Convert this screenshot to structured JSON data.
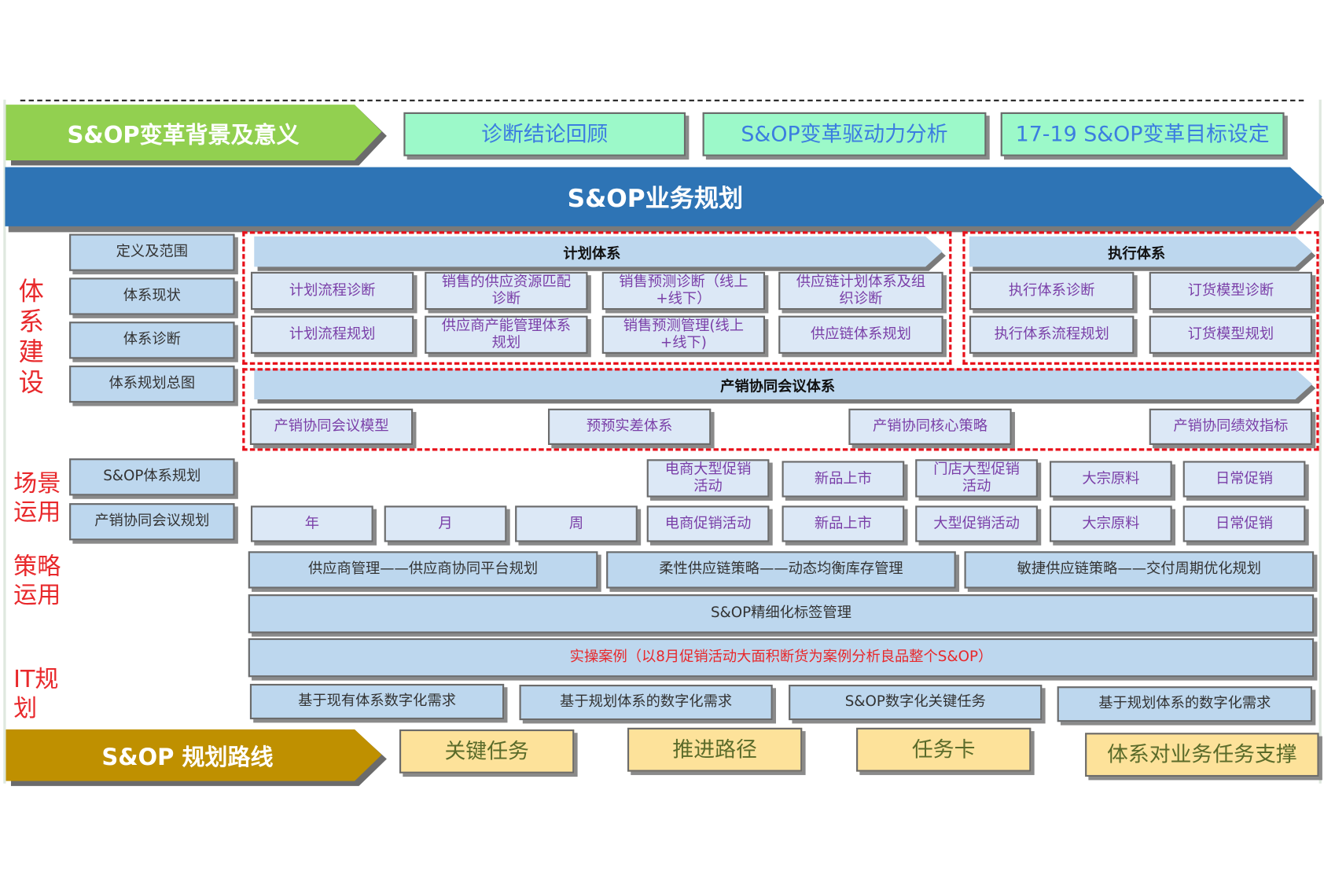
{
  "header": {
    "background_arrow": "S&OP变革背景及意义",
    "background_items": [
      "诊断结论回顾",
      "S&OP变革驱动力分析",
      "17-19 S&OP变革目标设定"
    ],
    "main_banner": "S&OP业务规划"
  },
  "sections": {
    "system_building": "体\n系\n建\n设",
    "scenario_usage": "场景\n运用",
    "strategy_usage": "策略\n运用",
    "it_planning": "IT规\n划"
  },
  "left_column": {
    "system_items": [
      "定义及范围",
      "体系现状",
      "体系诊断",
      "体系规划总图"
    ],
    "scenario_items": [
      "S&OP体系规划",
      "产销协同会议规划"
    ]
  },
  "planning_system": {
    "title": "计划体系",
    "row1": [
      "计划流程诊断",
      "销售的供应资源匹配诊断",
      "销售预测诊断（线上+线下）",
      "供应链计划体系及组织诊断"
    ],
    "row2": [
      "计划流程规划",
      "供应商产能管理体系规划",
      "销售预测管理(线上+线下)",
      "供应链体系规划"
    ]
  },
  "execution_system": {
    "title": "执行体系",
    "row1": [
      "执行体系诊断",
      "订货模型诊断"
    ],
    "row2": [
      "执行体系流程规划",
      "订货模型规划"
    ]
  },
  "sop_meeting_system": {
    "title": "产销协同会议体系",
    "items": [
      "产销协同会议模型",
      "预预实差体系",
      "产销协同核心策略",
      "产销协同绩效指标"
    ]
  },
  "scenario_rows": {
    "row1": [
      "电商大型促销活动",
      "新品上市",
      "门店大型促销活动",
      "大宗原料",
      "日常促销"
    ],
    "row2": [
      "年",
      "月",
      "周",
      "电商促销活动",
      "新品上市",
      "大型促销活动",
      "大宗原料",
      "日常促销"
    ]
  },
  "strategy": {
    "items": [
      "供应商管理——供应商协同平台规划",
      "柔性供应链策略——动态均衡库存管理",
      "敏捷供应链策略——交付周期优化规划"
    ],
    "tag_management": "S&OP精细化标签管理",
    "case_study": "实操案例（以8月促销活动大面积断货为案例分析良品整个S&OP）"
  },
  "it_items": [
    "基于现有体系数字化需求",
    "基于规划体系的数字化需求",
    "S&OP数字化关键任务",
    "基于规划体系的数字化需求"
  ],
  "roadmap": {
    "arrow": "S&OP 规划路线",
    "items": [
      "关键任务",
      "推进路径",
      "任务卡",
      "体系对业务任务支撑"
    ]
  },
  "colors": {
    "green_arrow": "#92d050",
    "blue_banner": "#2e74b5",
    "gold_arrow": "#bf9000",
    "teal_box": "#9cf9c9",
    "light_blue_box": "#bdd7ee",
    "pale_box": "#dce8f6",
    "yellow_box": "#fde29a",
    "red_accent": "#e8101a"
  }
}
